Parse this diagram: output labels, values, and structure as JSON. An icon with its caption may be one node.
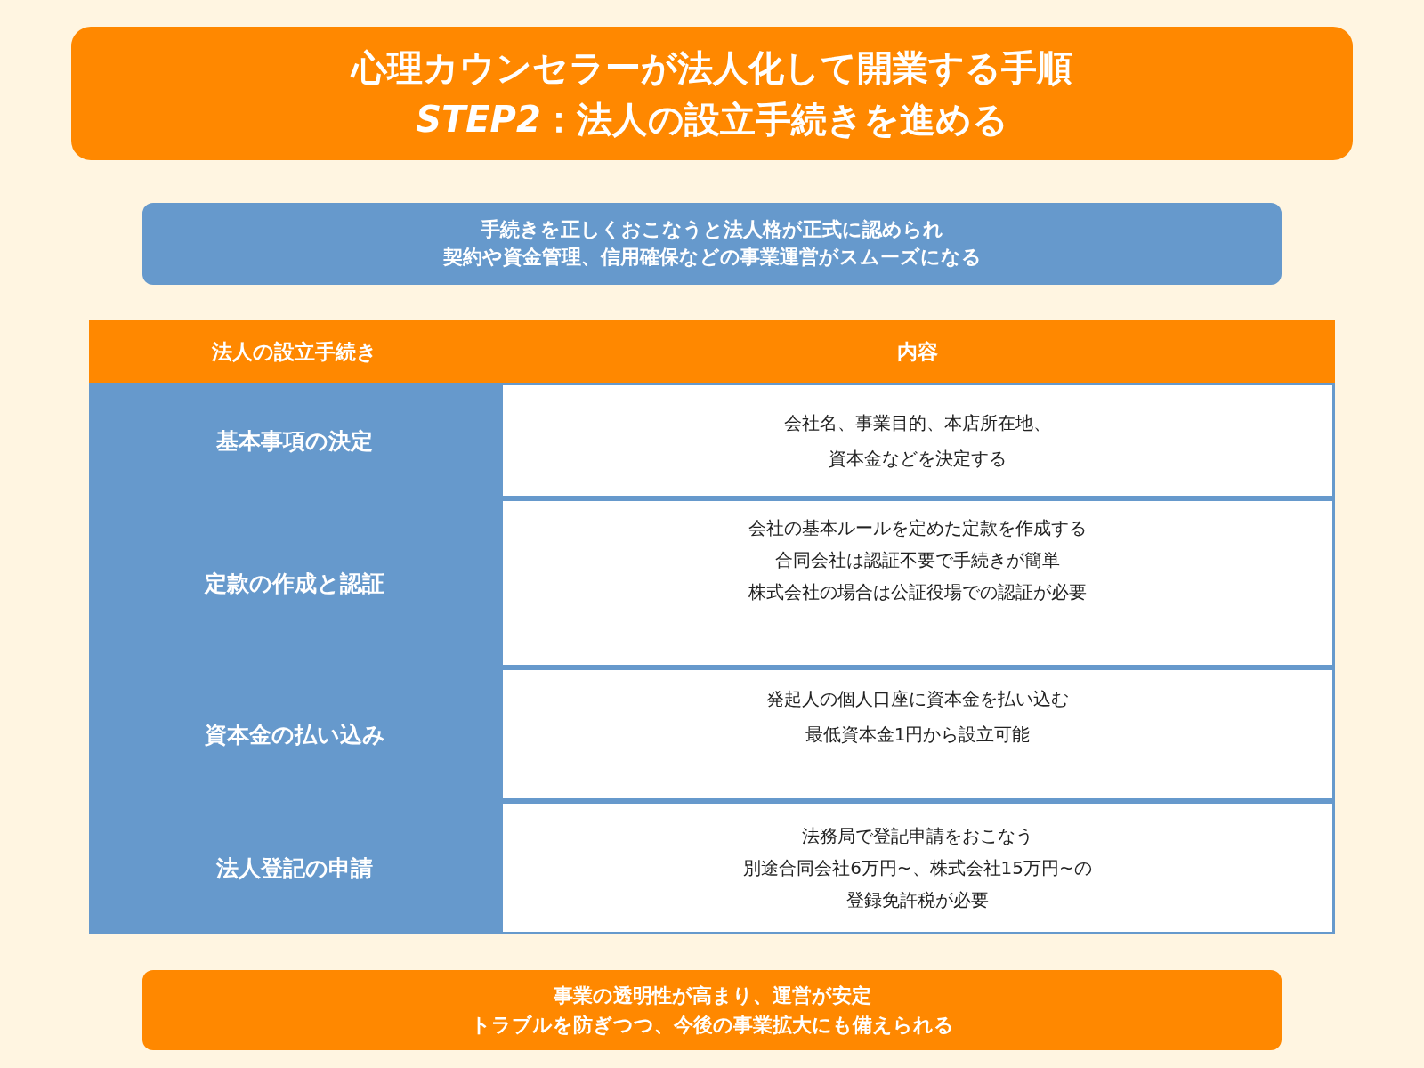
{
  "diagram": {
    "nodes": [
      {
        "text": [
          "心理カウンセラーが法人化して開業する手順",
          "*STEP2*：法人の設立手続きを進める"
        ]
      },
      {
        "text": [
          "手続きを正しくおこなうと法人格が正式に認められ",
          "契約や資金管理、信用確保などの事業運営がスムーズになる"
        ]
      },
      {
        "text": [
          "事業の透明性が高まり、運営が安定",
          "トラブルを防ぎつつ、今後の事業拡大にも備えられる"
        ]
      }
    ],
    "labels": [
      "法人の設立手続き",
      "内容",
      "基本事項の決定",
      "会社名、事業目的、本店所在地、",
      "資本金などを決定する",
      "定款の作成と認証",
      "会社の基本ルールを定めた定款を作成する",
      "合同会社は認証不要で手続きが簡単",
      "株式会社の場合は公証役場での認証が必要",
      "資本金の払い込み",
      "発起人の個人口座に資本金を払い込む",
      "最低資本金1円から設立可能",
      "法人登記の申請",
      "法務局で登記申請をおこなう",
      "別途合同会社6万円~、株式会社15万円~の",
      "登録免許税が必要"
    ]
  }
}
